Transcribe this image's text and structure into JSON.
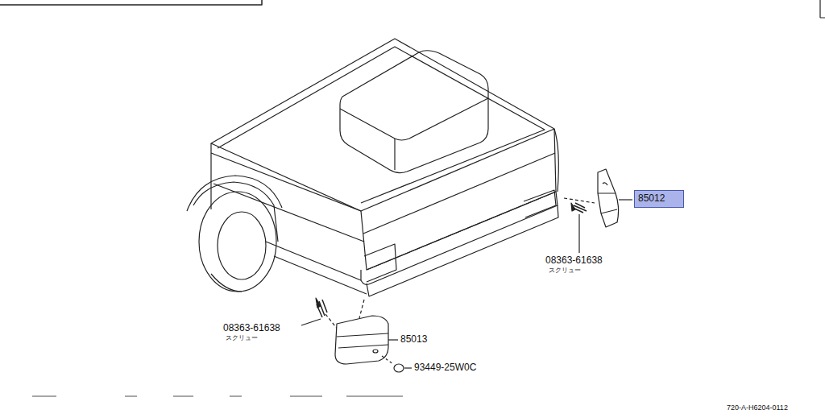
{
  "diagram": {
    "nodes": [
      {
        "text": [
          "85012"
        ]
      }
    ],
    "labels": [
      "08363-61638",
      "スクリュー",
      "08363-61638",
      "スクリュー",
      "85013",
      "93449-25W0C",
      "720-A-H6204-0112"
    ]
  }
}
